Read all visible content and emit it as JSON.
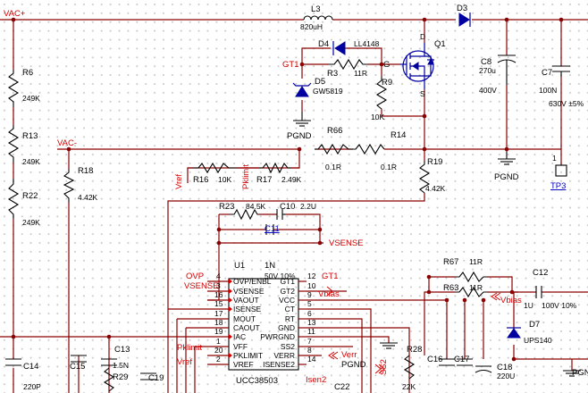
{
  "net_labels": {
    "vac_plus": "VAC+",
    "vac_minus": "VAC-",
    "gt1_top": "GT1",
    "g": "G",
    "s": "S",
    "d": "D",
    "vsense": "VSENSE",
    "vref_a": "Vref",
    "pklimit_a": "Pklimit",
    "ovp": "OVP",
    "vsense_left": "VSENSE",
    "vbias_chip": "Vbias",
    "vbias_right": "Vbias",
    "gt1_chip": "GT1",
    "pklimit_b": "Pklimit",
    "vref_b": "Vref",
    "verr": "Verr",
    "ss2": "SS2",
    "isen2": "Isen2",
    "pgnd_chip": "PGND"
  },
  "components": {
    "l3": {
      "ref": "L3",
      "value": "820uH"
    },
    "d3": {
      "ref": "D3"
    },
    "d4": {
      "ref": "D4",
      "value": "LL4148"
    },
    "q1": {
      "ref": "Q1"
    },
    "r3": {
      "ref": "R3",
      "value": "11R"
    },
    "d5": {
      "ref": "D5",
      "value": "GW5819"
    },
    "r9": {
      "ref": "R9",
      "value": "10K"
    },
    "c8": {
      "ref": "C8",
      "value": "270u",
      "voltage": "400V"
    },
    "c7": {
      "ref": "C7",
      "value": "100N",
      "voltage": "630V ±5%"
    },
    "r6": {
      "ref": "R6",
      "value": "249K"
    },
    "r13": {
      "ref": "R13",
      "value": "249K"
    },
    "r22": {
      "ref": "R22",
      "value": "249K"
    },
    "r18": {
      "ref": "R18",
      "value": "4.42K"
    },
    "r66": {
      "ref": "R66",
      "value": "0.1R"
    },
    "r14": {
      "ref": "R14",
      "value": "0.1R"
    },
    "r19": {
      "ref": "R19",
      "value": "4.42K"
    },
    "tp3": {
      "ref": "TP3",
      "pin": "1"
    },
    "r16": {
      "ref": "R16",
      "value": "10K"
    },
    "r17": {
      "ref": "R17",
      "value": "2.49K"
    },
    "r23": {
      "ref": "R23",
      "value": "84.5K"
    },
    "c10": {
      "ref": "C10",
      "value": "2.2U"
    },
    "c11": {
      "ref": "C11"
    },
    "r67": {
      "ref": "R67",
      "value": "11R"
    },
    "r63": {
      "ref": "R63",
      "value": "11R"
    },
    "c12": {
      "ref": "C12",
      "value": "1U",
      "voltage": "100V 10%"
    },
    "d7": {
      "ref": "D7",
      "value": "UPS140"
    },
    "c13": {
      "ref": "C13",
      "value": "1.5N"
    },
    "r29": {
      "ref": "R29"
    },
    "c14": {
      "ref": "C14",
      "value": "220P"
    },
    "c15": {
      "ref": "C15"
    },
    "c19": {
      "ref": "C19"
    },
    "c16": {
      "ref": "C16"
    },
    "c17": {
      "ref": "C17"
    },
    "c18": {
      "ref": "C18",
      "value": "220U"
    },
    "r28": {
      "ref": "R28",
      "value": "22K"
    },
    "c22": {
      "ref": "C22"
    }
  },
  "ground_labels": {
    "pgnd_left": "PGND",
    "pgnd_mid": "PGND",
    "pgnd_right": "PGN"
  },
  "ic": {
    "ref": "U1",
    "part": "UCC38503",
    "top_note": "1N",
    "top_note2": "50V 10%",
    "left_pins": [
      {
        "num": "4",
        "name": "OVP/ENBL"
      },
      {
        "num": "3",
        "name": "VSENSE"
      },
      {
        "num": "16",
        "name": "VAOUT"
      },
      {
        "num": "15",
        "name": "ISENSE"
      },
      {
        "num": "17",
        "name": "MOUT"
      },
      {
        "num": "18",
        "name": "CAOUT"
      },
      {
        "num": "19",
        "name": "IAC"
      },
      {
        "num": "1",
        "name": "VFF"
      },
      {
        "num": "20",
        "name": "PKLIMIT"
      },
      {
        "num": "2",
        "name": "VREF"
      }
    ],
    "right_pins": [
      {
        "num": "12",
        "name": "GT1"
      },
      {
        "num": "10",
        "name": "GT2"
      },
      {
        "num": "9",
        "name": "VCC"
      },
      {
        "num": "5",
        "name": "CT"
      },
      {
        "num": "6",
        "name": "RT"
      },
      {
        "num": "13",
        "name": "GND"
      },
      {
        "num": "11",
        "name": "PWRGND"
      },
      {
        "num": "7",
        "name": "SS2"
      },
      {
        "num": "8",
        "name": "VERR"
      },
      {
        "num": "14",
        "name": "ISENSE2"
      }
    ]
  }
}
